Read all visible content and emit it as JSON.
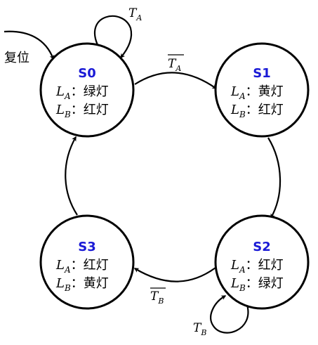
{
  "reset": {
    "label": "复位"
  },
  "states": [
    {
      "name": "S0",
      "la_label": "L",
      "la_sub": "A",
      "la_value": "绿灯",
      "lb_label": "L",
      "lb_sub": "B",
      "lb_value": "红灯"
    },
    {
      "name": "S1",
      "la_label": "L",
      "la_sub": "A",
      "la_value": "黄灯",
      "lb_label": "L",
      "lb_sub": "B",
      "lb_value": "红灯"
    },
    {
      "name": "S2",
      "la_label": "L",
      "la_sub": "A",
      "la_value": "红灯",
      "lb_label": "L",
      "lb_sub": "B",
      "lb_value": "绿灯"
    },
    {
      "name": "S3",
      "la_label": "L",
      "la_sub": "A",
      "la_value": "红灯",
      "lb_label": "L",
      "lb_sub": "B",
      "lb_value": "黄灯"
    }
  ],
  "separator": "：",
  "transitions": {
    "s0_self": {
      "main": "T",
      "sub": "A"
    },
    "s0_to_s1": {
      "main": "T",
      "sub": "A"
    },
    "s2_self": {
      "main": "T",
      "sub": "B"
    },
    "s2_to_s3": {
      "main": "T",
      "sub": "B"
    }
  }
}
